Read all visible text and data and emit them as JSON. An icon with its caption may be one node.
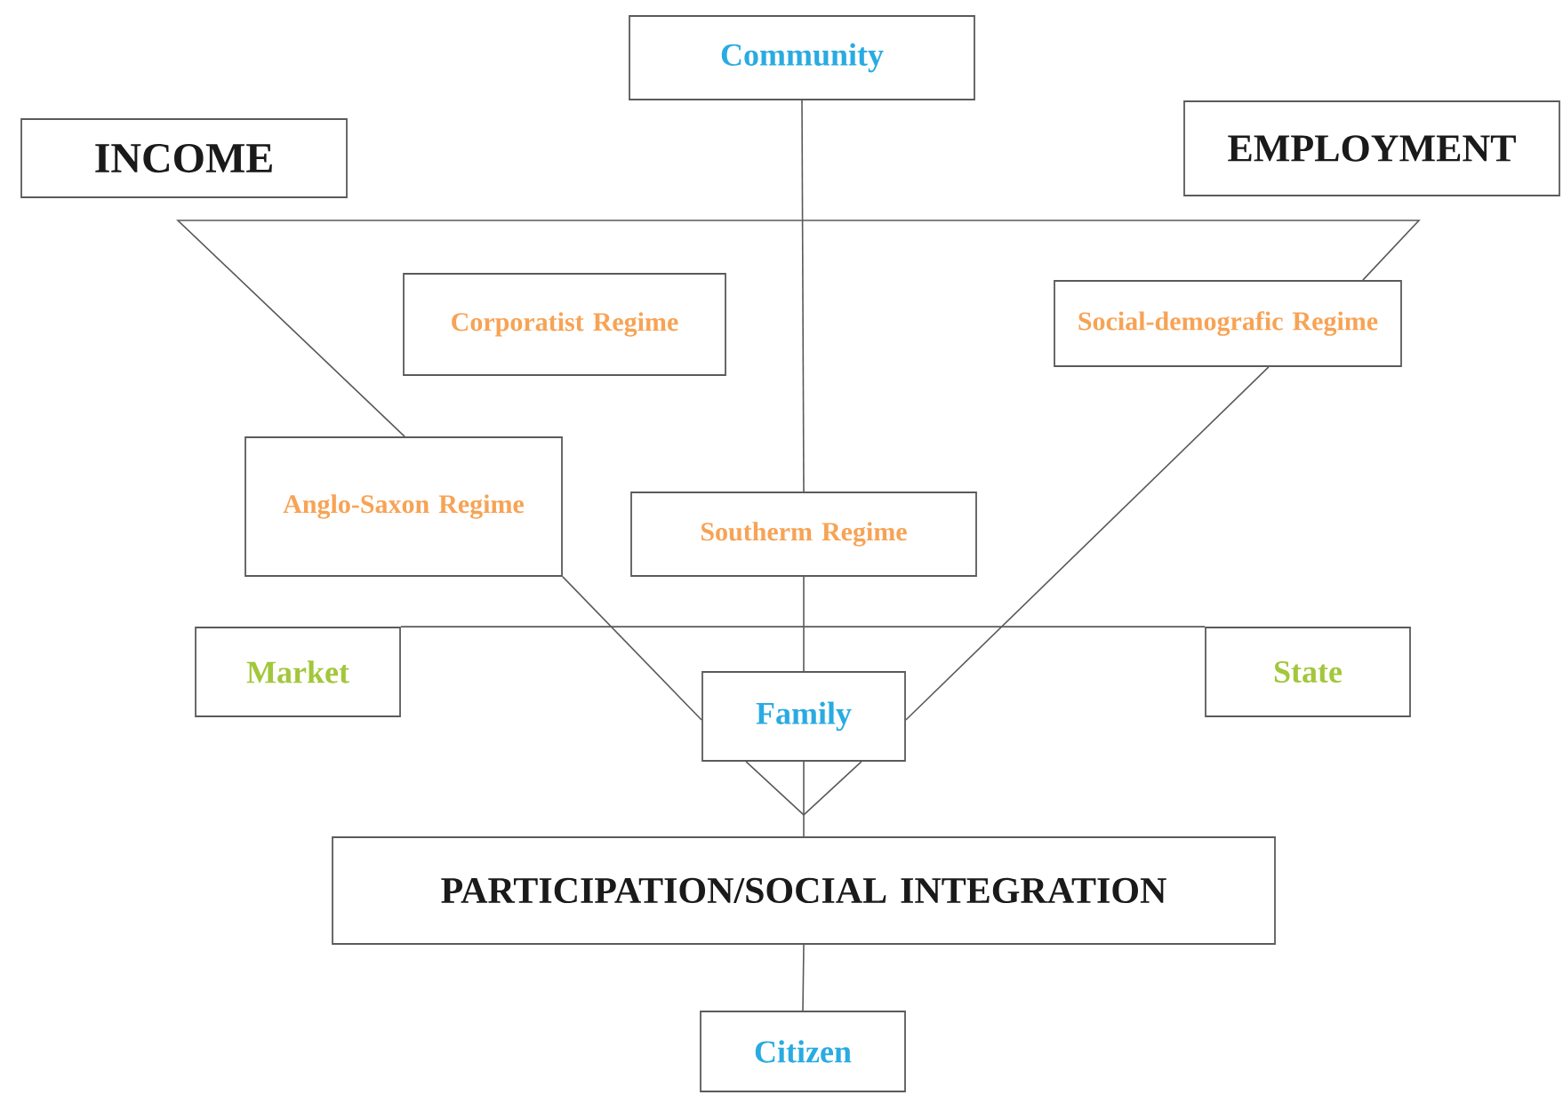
{
  "diagram": {
    "nodes": [
      {
        "text": [
          "Community"
        ]
      },
      {
        "text": [
          "INCOME"
        ]
      },
      {
        "text": [
          "EMPLOYMENT"
        ]
      },
      {
        "text": [
          "Corporatist Regime"
        ]
      },
      {
        "text": [
          "Social-demografic Regime"
        ]
      },
      {
        "text": [
          "Anglo-Saxon Regime"
        ]
      },
      {
        "text": [
          "Southerm Regime"
        ]
      },
      {
        "text": [
          "Market"
        ]
      },
      {
        "text": [
          "State"
        ]
      },
      {
        "text": [
          "Family"
        ]
      },
      {
        "text": [
          "PARTICIPATION/SOCIAL INTEGRATION"
        ]
      },
      {
        "text": [
          "Citizen"
        ]
      }
    ],
    "edges": [
      {
        "from": 0,
        "to": 6,
        "arrow": "none"
      },
      {
        "from": 6,
        "to": 9,
        "arrow": "none"
      },
      {
        "from": 9,
        "to": 10,
        "arrow": "none"
      },
      {
        "from": 10,
        "to": 11,
        "arrow": "none"
      },
      {
        "from": 7,
        "to": 8,
        "arrow": "none"
      },
      {
        "from": 5,
        "to": 9,
        "arrow": "none"
      },
      {
        "from": 4,
        "to": 9,
        "arrow": "none"
      },
      {
        "from": 5,
        "to": 4,
        "arrow": "none"
      }
    ]
  }
}
